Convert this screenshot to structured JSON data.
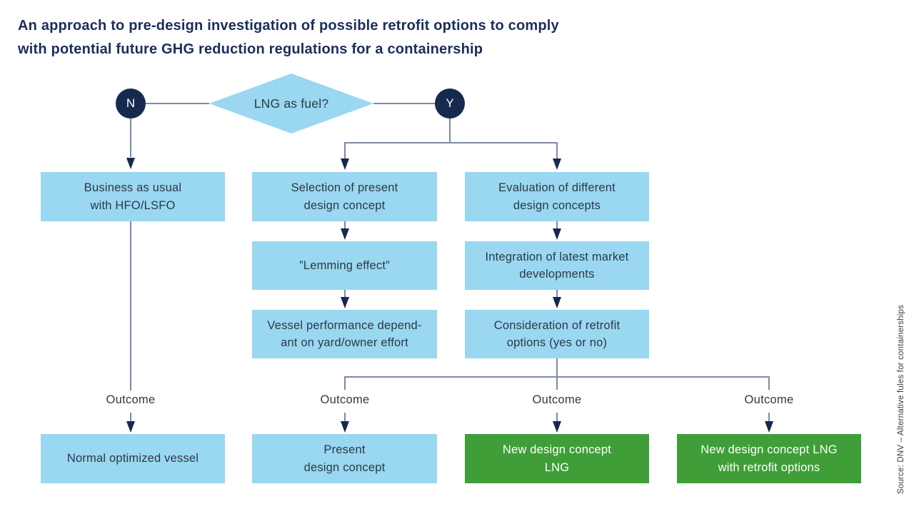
{
  "title": {
    "line1": "An approach to pre-design investigation of possible retrofit options to comply",
    "line2": "with potential future GHG reduction regulations for a containership"
  },
  "decision": {
    "question": "LNG as fuel?",
    "no_label": "N",
    "yes_label": "Y"
  },
  "branches": {
    "no_path": {
      "step1": "Business as usual\nwith HFO/LSFO",
      "outcome": "Normal optimized vessel"
    },
    "yes_left_path": {
      "step1": "Selection of present\ndesign concept",
      "step2": "”Lemming effect”",
      "step3": "Vessel performance depend-\nant on yard/owner effort",
      "outcome": "Present\ndesign concept"
    },
    "yes_right_path": {
      "step1": "Evaluation of different\ndesign concepts",
      "step2": "Integration of latest market\ndevelopments",
      "step3": "Consideration of retrofit\noptions (yes or no)",
      "outcome_a": "New design concept\nLNG",
      "outcome_b": "New design concept LNG\nwith retrofit options"
    }
  },
  "outcome_label": "Outcome",
  "source_note": "Source: DNV – Alternative fules for containerships",
  "colors": {
    "box_blue": "#9ad7f0",
    "box_green": "#3f9e38",
    "navy": "#16294e",
    "connector": "#7e89a3",
    "title_navy": "#1b2d5b"
  }
}
